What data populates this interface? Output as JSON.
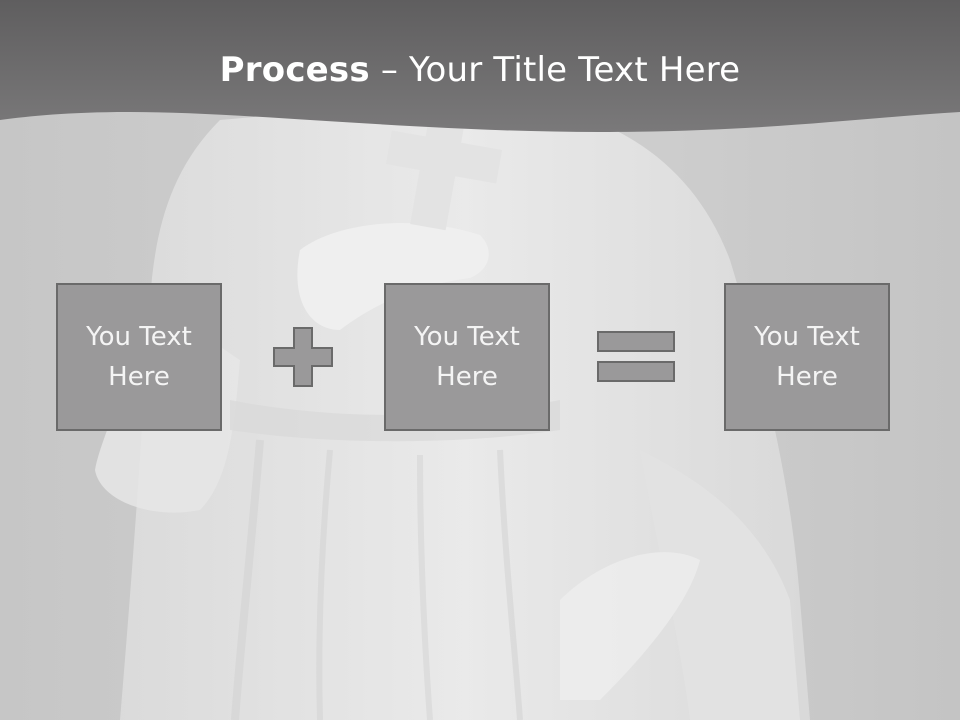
{
  "slide": {
    "title_bold": "Process",
    "title_separator": " – ",
    "title_rest": "Your Title Text Here",
    "boxes": [
      {
        "text": "You Text Here"
      },
      {
        "text": "You Text Here"
      },
      {
        "text": "You Text Here"
      }
    ],
    "operators": [
      {
        "icon": "plus-icon"
      },
      {
        "icon": "equals-icon"
      }
    ]
  },
  "colors": {
    "header": "#727172",
    "box_fill": "#9a999a",
    "box_border": "#6a6a6a",
    "operator_fill": "#9a999a",
    "text": "#ffffff"
  }
}
